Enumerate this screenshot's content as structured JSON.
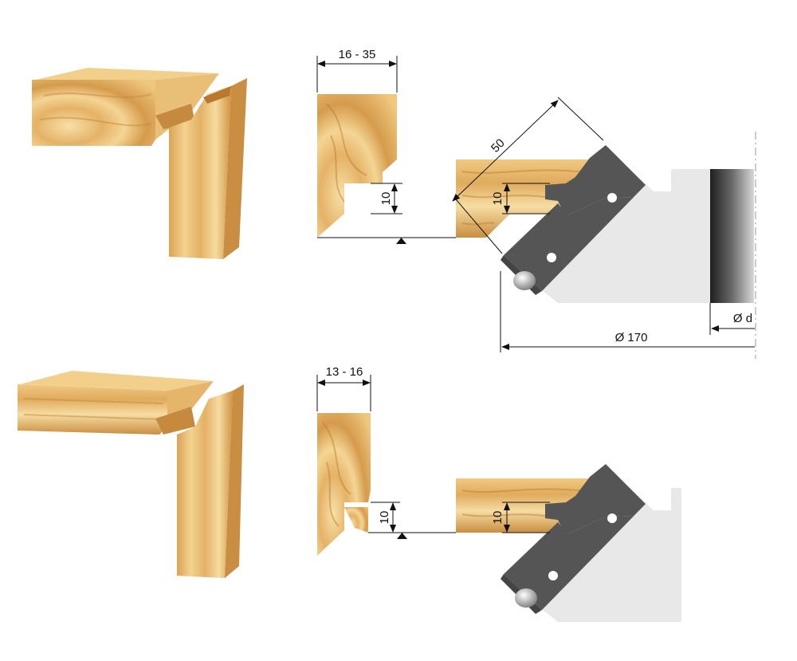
{
  "dimensions": {
    "top_width": "16 - 35",
    "top_groove_depth": "10",
    "top_cutter_length": "50",
    "top_cutter_groove": "10",
    "bore_diameter": "Ø d",
    "tool_diameter": "Ø 170",
    "bottom_width": "13 - 16",
    "bottom_groove_depth": "10",
    "bottom_cutter_groove": "10"
  },
  "colors": {
    "wood_light": "#f3d28f",
    "wood_mid": "#d9a456",
    "wood_dark": "#b7782f",
    "cutter_body": "#e8e8e8",
    "blade": "#555555",
    "line": "#111111"
  }
}
